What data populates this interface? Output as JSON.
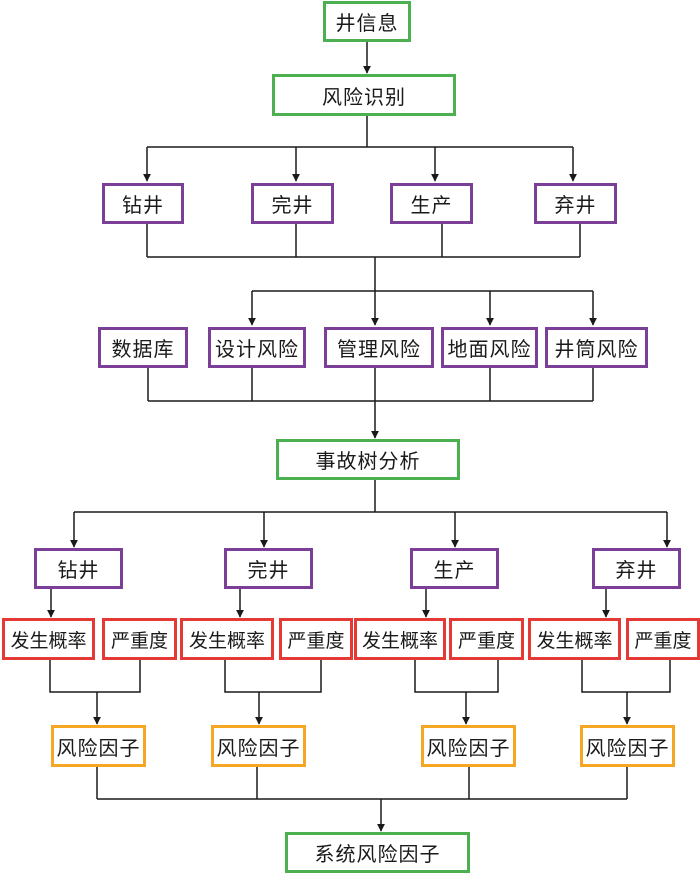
{
  "diagram": {
    "type": "flowchart",
    "colors": {
      "process": "#4caf50",
      "category": "#7b3f98",
      "metric": "#e53935",
      "result": "#f5a623",
      "connector": "#1a1a1a"
    },
    "nodes": {
      "well_info": "井信息",
      "risk_identification": "风险识别",
      "stage1": {
        "drilling": "钻井",
        "completion": "完井",
        "production": "生产",
        "abandonment": "弃井"
      },
      "sources": {
        "database": "数据库",
        "design_risk": "设计风险",
        "management_risk": "管理风险",
        "surface_risk": "地面风险",
        "wellbore_risk": "井筒风险"
      },
      "fault_tree_analysis": "事故树分析",
      "stage2": {
        "drilling": "钻井",
        "completion": "完井",
        "production": "生产",
        "abandonment": "弃井"
      },
      "metrics": {
        "probability": "发生概率",
        "severity": "严重度"
      },
      "risk_factor": "风险因子",
      "system_risk_factor": "系统风险因子"
    }
  }
}
